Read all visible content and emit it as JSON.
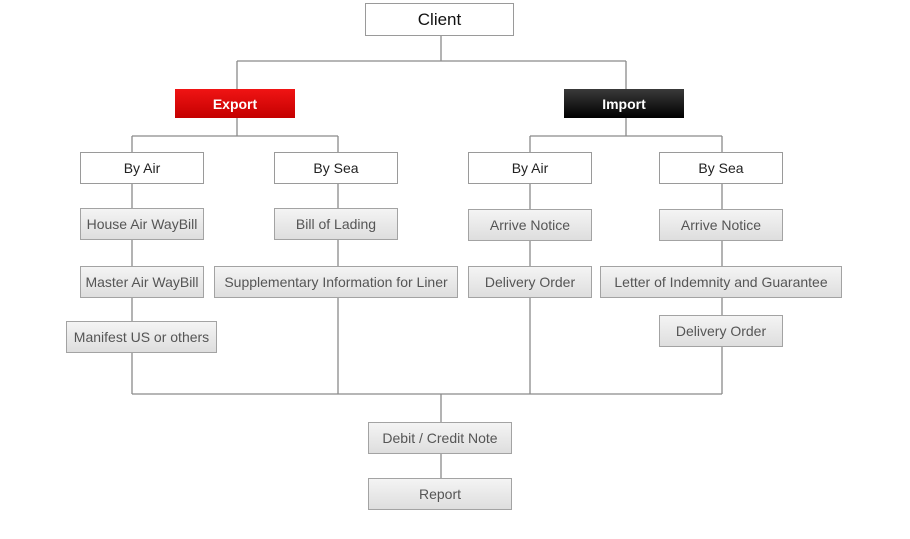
{
  "diagram": {
    "root": "Client",
    "export": {
      "label": "Export",
      "color": "#dd0000",
      "by_air": {
        "label": "By Air",
        "items": [
          "House Air WayBill",
          "Master Air WayBill",
          "Manifest US or others"
        ]
      },
      "by_sea": {
        "label": "By Sea",
        "items": [
          "Bill of Lading",
          "Supplementary Information for Liner"
        ]
      }
    },
    "import": {
      "label": "Import",
      "color": "#000000",
      "by_air": {
        "label": "By Air",
        "items": [
          "Arrive Notice",
          "Delivery Order"
        ]
      },
      "by_sea": {
        "label": "By Sea",
        "items": [
          "Arrive Notice",
          "Letter of Indemnity and Guarantee",
          "Delivery Order"
        ]
      }
    },
    "common": {
      "debit_credit": "Debit / Credit Note",
      "report": "Report"
    }
  }
}
